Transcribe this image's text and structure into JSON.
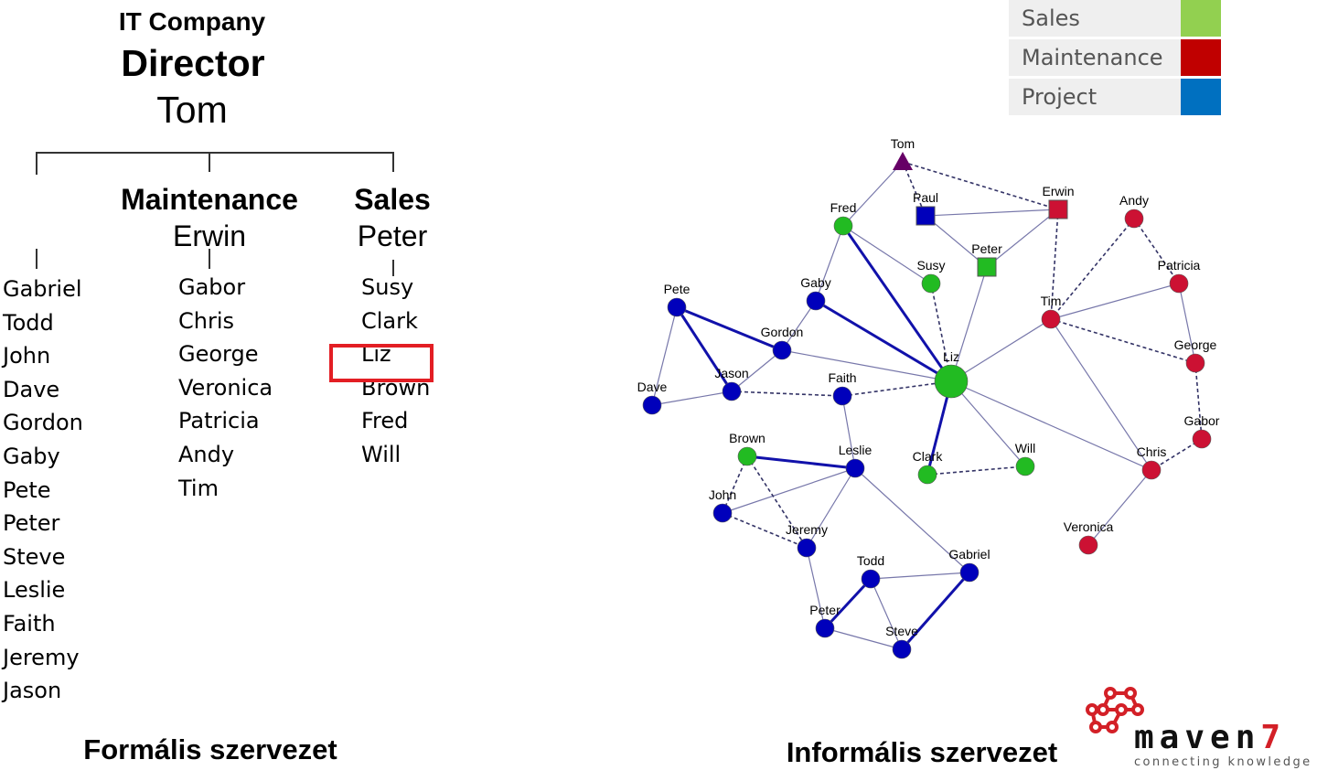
{
  "formal": {
    "company": "IT Company",
    "director_title": "Director",
    "director_name": "Tom",
    "departments": [
      {
        "title": "",
        "head": "",
        "members": [
          "Gabriel",
          "Todd",
          "John",
          "Dave",
          "Gordon",
          "Gaby",
          "Pete",
          "Peter",
          "Steve",
          "Leslie",
          "Faith",
          "Jeremy",
          "Jason"
        ]
      },
      {
        "title": "Maintenance",
        "head": "Erwin",
        "members": [
          "Gabor",
          "Chris",
          "George",
          "Veronica",
          "Patricia",
          "Andy",
          "Tim"
        ]
      },
      {
        "title": "Sales",
        "head": "Peter",
        "members": [
          "Susy",
          "Clark",
          "Liz",
          "Brown",
          "Fred",
          "Will"
        ]
      }
    ],
    "highlighted_member": "Liz",
    "caption": "Formális szervezet"
  },
  "legend": [
    {
      "label": "Sales",
      "color": "#92d050"
    },
    {
      "label": "Maintenance",
      "color": "#c00000"
    },
    {
      "label": "Project",
      "color": "#0070c0"
    }
  ],
  "informal": {
    "caption": "Informális szervezet",
    "colors": {
      "sales": "#22bb22",
      "maintenance": "#cc1133",
      "project": "#0000bb",
      "director": "#660066",
      "edge": "#7777aa",
      "strong_edge": "#1111aa",
      "dashed_edge": "#333366"
    },
    "nodes": [
      {
        "id": "tom",
        "label": "Tom",
        "group": "director",
        "shape": "triangle"
      },
      {
        "id": "paul",
        "label": "Paul",
        "group": "project",
        "shape": "square"
      },
      {
        "id": "erwin",
        "label": "Erwin",
        "group": "maintenance",
        "shape": "square"
      },
      {
        "id": "peter_s",
        "label": "Peter",
        "group": "sales",
        "shape": "square"
      },
      {
        "id": "fred",
        "label": "Fred",
        "group": "sales",
        "shape": "circle"
      },
      {
        "id": "susy",
        "label": "Susy",
        "group": "sales",
        "shape": "circle"
      },
      {
        "id": "andy",
        "label": "Andy",
        "group": "maintenance",
        "shape": "circle"
      },
      {
        "id": "patricia",
        "label": "Patricia",
        "group": "maintenance",
        "shape": "circle"
      },
      {
        "id": "tim",
        "label": "Tim",
        "group": "maintenance",
        "shape": "circle"
      },
      {
        "id": "george",
        "label": "George",
        "group": "maintenance",
        "shape": "circle"
      },
      {
        "id": "gabor",
        "label": "Gabor",
        "group": "maintenance",
        "shape": "circle"
      },
      {
        "id": "chris",
        "label": "Chris",
        "group": "maintenance",
        "shape": "circle"
      },
      {
        "id": "veronica",
        "label": "Veronica",
        "group": "maintenance",
        "shape": "circle"
      },
      {
        "id": "liz",
        "label": "Liz",
        "group": "sales",
        "shape": "circle",
        "central": true
      },
      {
        "id": "will",
        "label": "Will",
        "group": "sales",
        "shape": "circle"
      },
      {
        "id": "clark",
        "label": "Clark",
        "group": "sales",
        "shape": "circle"
      },
      {
        "id": "gaby",
        "label": "Gaby",
        "group": "project",
        "shape": "circle"
      },
      {
        "id": "pete",
        "label": "Pete",
        "group": "project",
        "shape": "circle"
      },
      {
        "id": "gordon",
        "label": "Gordon",
        "group": "project",
        "shape": "circle"
      },
      {
        "id": "jason",
        "label": "Jason",
        "group": "project",
        "shape": "circle"
      },
      {
        "id": "dave",
        "label": "Dave",
        "group": "project",
        "shape": "circle"
      },
      {
        "id": "faith",
        "label": "Faith",
        "group": "project",
        "shape": "circle"
      },
      {
        "id": "brown",
        "label": "Brown",
        "group": "sales",
        "shape": "circle"
      },
      {
        "id": "leslie",
        "label": "Leslie",
        "group": "project",
        "shape": "circle"
      },
      {
        "id": "john",
        "label": "John",
        "group": "project",
        "shape": "circle"
      },
      {
        "id": "jeremy",
        "label": "Jeremy",
        "group": "project",
        "shape": "circle"
      },
      {
        "id": "todd",
        "label": "Todd",
        "group": "project",
        "shape": "circle"
      },
      {
        "id": "gabriel",
        "label": "Gabriel",
        "group": "project",
        "shape": "circle"
      },
      {
        "id": "peter_p",
        "label": "Peter",
        "group": "project",
        "shape": "circle"
      },
      {
        "id": "steve",
        "label": "Steve",
        "group": "project",
        "shape": "circle"
      }
    ],
    "edges": [
      [
        "tom",
        "fred",
        "thin"
      ],
      [
        "paul",
        "erwin",
        "thin"
      ],
      [
        "paul",
        "peter_s",
        "thin"
      ],
      [
        "peter_s",
        "erwin",
        "thin"
      ],
      [
        "peter_s",
        "liz",
        "thin"
      ],
      [
        "fred",
        "gaby",
        "thin"
      ],
      [
        "fred",
        "susy",
        "thin"
      ],
      [
        "gordon",
        "gaby",
        "thin"
      ],
      [
        "gordon",
        "jason",
        "thin"
      ],
      [
        "gordon",
        "liz",
        "thin"
      ],
      [
        "pete",
        "dave",
        "thin"
      ],
      [
        "dave",
        "jason",
        "thin"
      ],
      [
        "liz",
        "tim",
        "thin"
      ],
      [
        "liz",
        "will",
        "thin"
      ],
      [
        "liz",
        "chris",
        "thin"
      ],
      [
        "tim",
        "patricia",
        "thin"
      ],
      [
        "tim",
        "chris",
        "thin"
      ],
      [
        "patricia",
        "george",
        "thin"
      ],
      [
        "chris",
        "veronica",
        "thin"
      ],
      [
        "faith",
        "leslie",
        "thin"
      ],
      [
        "leslie",
        "john",
        "thin"
      ],
      [
        "leslie",
        "jeremy",
        "thin"
      ],
      [
        "leslie",
        "gabriel",
        "thin"
      ],
      [
        "jeremy",
        "peter_p",
        "thin"
      ],
      [
        "todd",
        "gabriel",
        "thin"
      ],
      [
        "todd",
        "steve",
        "thin"
      ],
      [
        "peter_p",
        "steve",
        "thin"
      ],
      [
        "fred",
        "liz",
        "strong"
      ],
      [
        "gaby",
        "liz",
        "strong"
      ],
      [
        "pete",
        "gordon",
        "strong"
      ],
      [
        "pete",
        "jason",
        "strong"
      ],
      [
        "liz",
        "clark",
        "strong"
      ],
      [
        "brown",
        "leslie",
        "strong"
      ],
      [
        "todd",
        "peter_p",
        "strong"
      ],
      [
        "gabriel",
        "steve",
        "strong"
      ],
      [
        "tom",
        "paul",
        "dashed"
      ],
      [
        "tom",
        "erwin",
        "dashed"
      ],
      [
        "erwin",
        "tim",
        "dashed"
      ],
      [
        "andy",
        "tim",
        "dashed"
      ],
      [
        "andy",
        "patricia",
        "dashed"
      ],
      [
        "tim",
        "george",
        "dashed"
      ],
      [
        "george",
        "gabor",
        "dashed"
      ],
      [
        "gabor",
        "chris",
        "dashed"
      ],
      [
        "susy",
        "liz",
        "dashed"
      ],
      [
        "jason",
        "faith",
        "dashed"
      ],
      [
        "faith",
        "liz",
        "dashed"
      ],
      [
        "clark",
        "will",
        "dashed"
      ],
      [
        "brown",
        "john",
        "dashed"
      ],
      [
        "brown",
        "jeremy",
        "dashed"
      ],
      [
        "john",
        "jeremy",
        "dashed"
      ]
    ]
  },
  "logo": {
    "name": "maven7",
    "tagline": "connecting knowledge"
  }
}
